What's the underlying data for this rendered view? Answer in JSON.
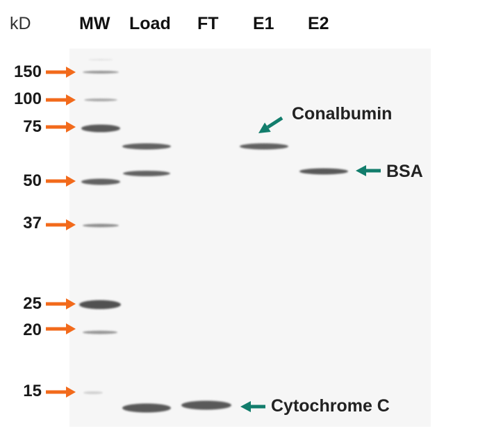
{
  "unit_label": "kD",
  "lanes": [
    "MW",
    "Load",
    "FT",
    "E1",
    "E2"
  ],
  "markers": [
    "150",
    "100",
    "75",
    "50",
    "37",
    "25",
    "20",
    "15"
  ],
  "proteins": [
    "Conalbumin",
    "BSA",
    "Cytochrome C"
  ],
  "colors": {
    "marker_arrow": "#f26a1b",
    "protein_arrow": "#127d6c",
    "band": "#4a4a4a",
    "gel": "#f6f6f6"
  }
}
